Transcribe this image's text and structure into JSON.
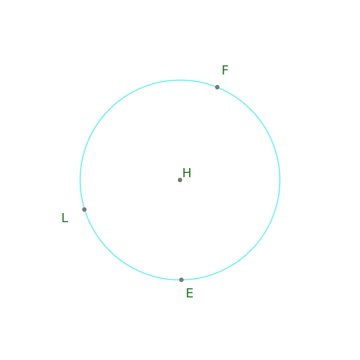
{
  "colors": {
    "circle": "#5ef0f0",
    "point": "#7a7a7a",
    "label": "#1a7a1a",
    "background": "#ffffff"
  },
  "points": [
    {
      "id": "F",
      "label": "F"
    },
    {
      "id": "H",
      "label": "H"
    },
    {
      "id": "L",
      "label": "L"
    },
    {
      "id": "E",
      "label": "E"
    }
  ]
}
